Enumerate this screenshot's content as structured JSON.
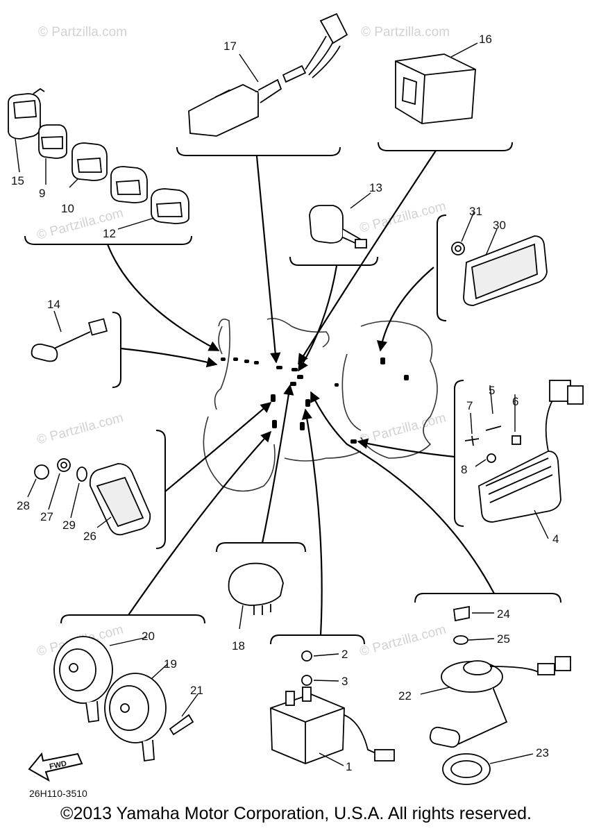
{
  "diagram_ref": "26H110-3510",
  "copyright": "©2013 Yamaha Motor Corporation, U.S.A. All rights reserved.",
  "fwd_label": "FWD",
  "watermark": "© Partzilla.com",
  "callouts": {
    "c1": "1",
    "c2": "2",
    "c3": "3",
    "c4": "4",
    "c5": "5",
    "c6": "6",
    "c7": "7",
    "c8": "8",
    "c9": "9",
    "c10": "10",
    "c12": "12",
    "c13": "13",
    "c14": "14",
    "c15": "15",
    "c16": "16",
    "c17": "17",
    "c18": "18",
    "c19": "19",
    "c20": "20",
    "c21": "21",
    "c22": "22",
    "c23": "23",
    "c24": "24",
    "c25": "25",
    "c26": "26",
    "c27": "27",
    "c28": "28",
    "c29": "29",
    "c30": "30",
    "c31": "31"
  }
}
